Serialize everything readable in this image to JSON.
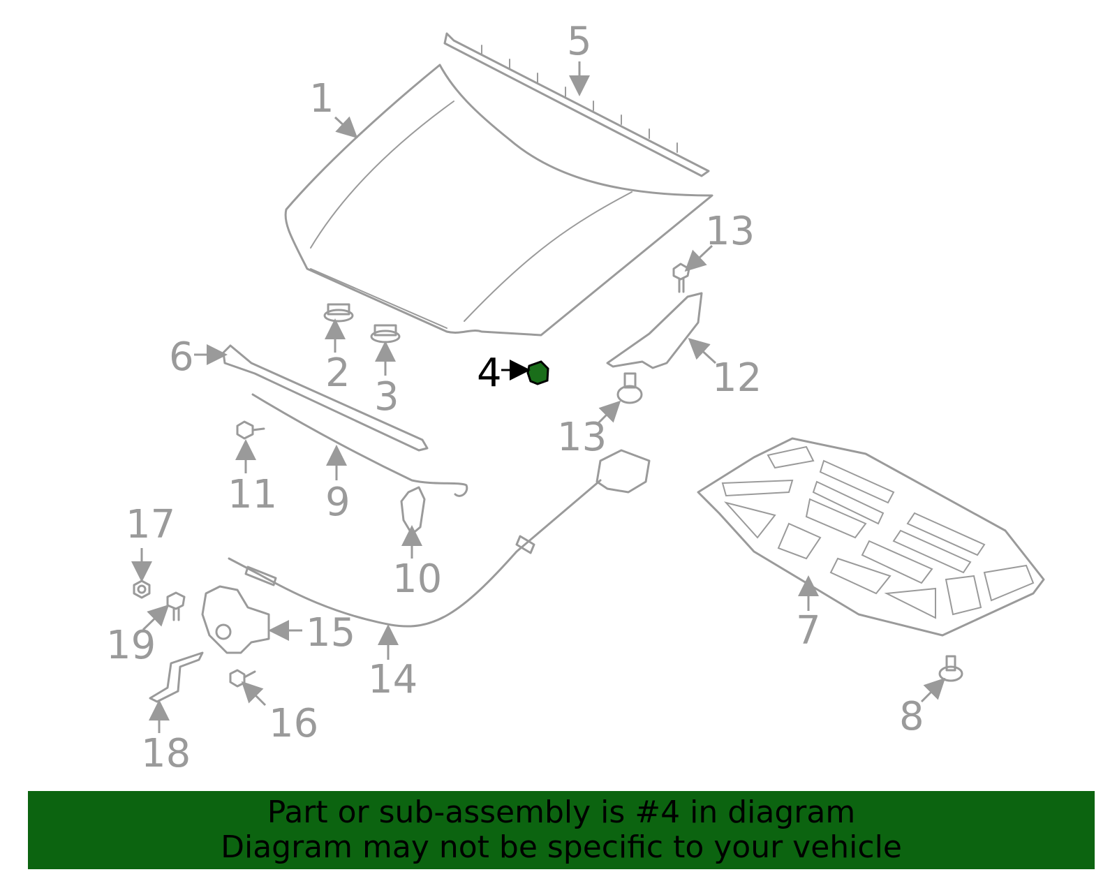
{
  "callouts": [
    "1",
    "2",
    "3",
    "4",
    "5",
    "6",
    "7",
    "8",
    "9",
    "10",
    "11",
    "12",
    "13",
    "13",
    "14",
    "15",
    "16",
    "17",
    "18",
    "19"
  ],
  "highlighted_part": "4",
  "colors": {
    "part_line": "#9a9a9a",
    "highlight_fill": "#1a6e1a",
    "banner_bg": "#0c6410",
    "label_text": "#9a9a9a",
    "highlight_text": "#000000"
  },
  "banner": {
    "line1": "Part or sub-assembly is #4 in diagram",
    "line2": "Diagram may not be specific to your vehicle"
  }
}
